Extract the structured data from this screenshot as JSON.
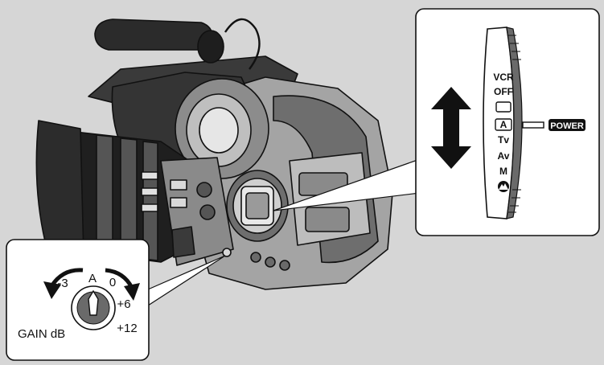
{
  "power_panel": {
    "modes": [
      "VCR",
      "OFF",
      "",
      "A",
      "Tv",
      "Av",
      "M",
      ""
    ],
    "power_label": "POWER"
  },
  "gain_panel": {
    "title": "GAIN dB",
    "dial_marks": [
      "-3",
      "A",
      "0",
      "+6",
      "+12"
    ]
  },
  "colors": {
    "background": "#d6d6d6",
    "panel_fill": "#ffffff",
    "ink": "#111111",
    "camera_body": "#9a9a9a",
    "camera_dark": "#2a2a2a"
  },
  "icons": [
    "up-down-arrow-icon",
    "mountain-icon",
    "curved-arrow-left-icon",
    "curved-arrow-right-icon"
  ]
}
